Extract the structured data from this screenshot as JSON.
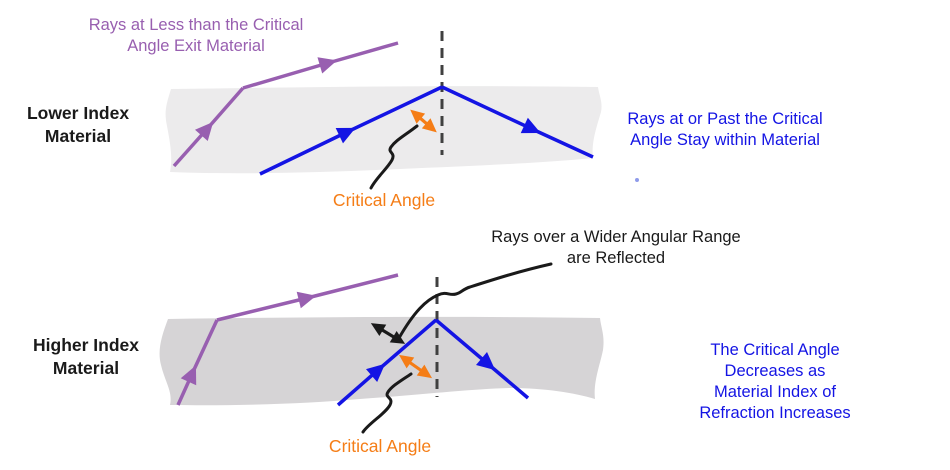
{
  "colors": {
    "purple": "#985FB0",
    "blue": "#1414E4",
    "orange": "#F57D16",
    "black": "#1A1A1A",
    "slab_top": "#ECEBEC",
    "slab_bottom": "#D6D4D6",
    "dashed": "#404040",
    "background": "#FFFFFF"
  },
  "top_diagram": {
    "material_label": "Lower Index\nMaterial",
    "exit_caption": "Rays at Less than the Critical\nAngle Exit Material",
    "stay_caption": "Rays at or Past the Critical\nAngle Stay within Material",
    "critical_angle_label": "Critical Angle"
  },
  "bottom_diagram": {
    "material_label": "Higher Index\nMaterial",
    "reflected_caption": "Rays over a Wider Angular Range\nare Reflected",
    "decrease_caption": "The Critical Angle Decreases as\nMaterial Index of Refraction Increases",
    "critical_angle_label": "Critical Angle"
  }
}
